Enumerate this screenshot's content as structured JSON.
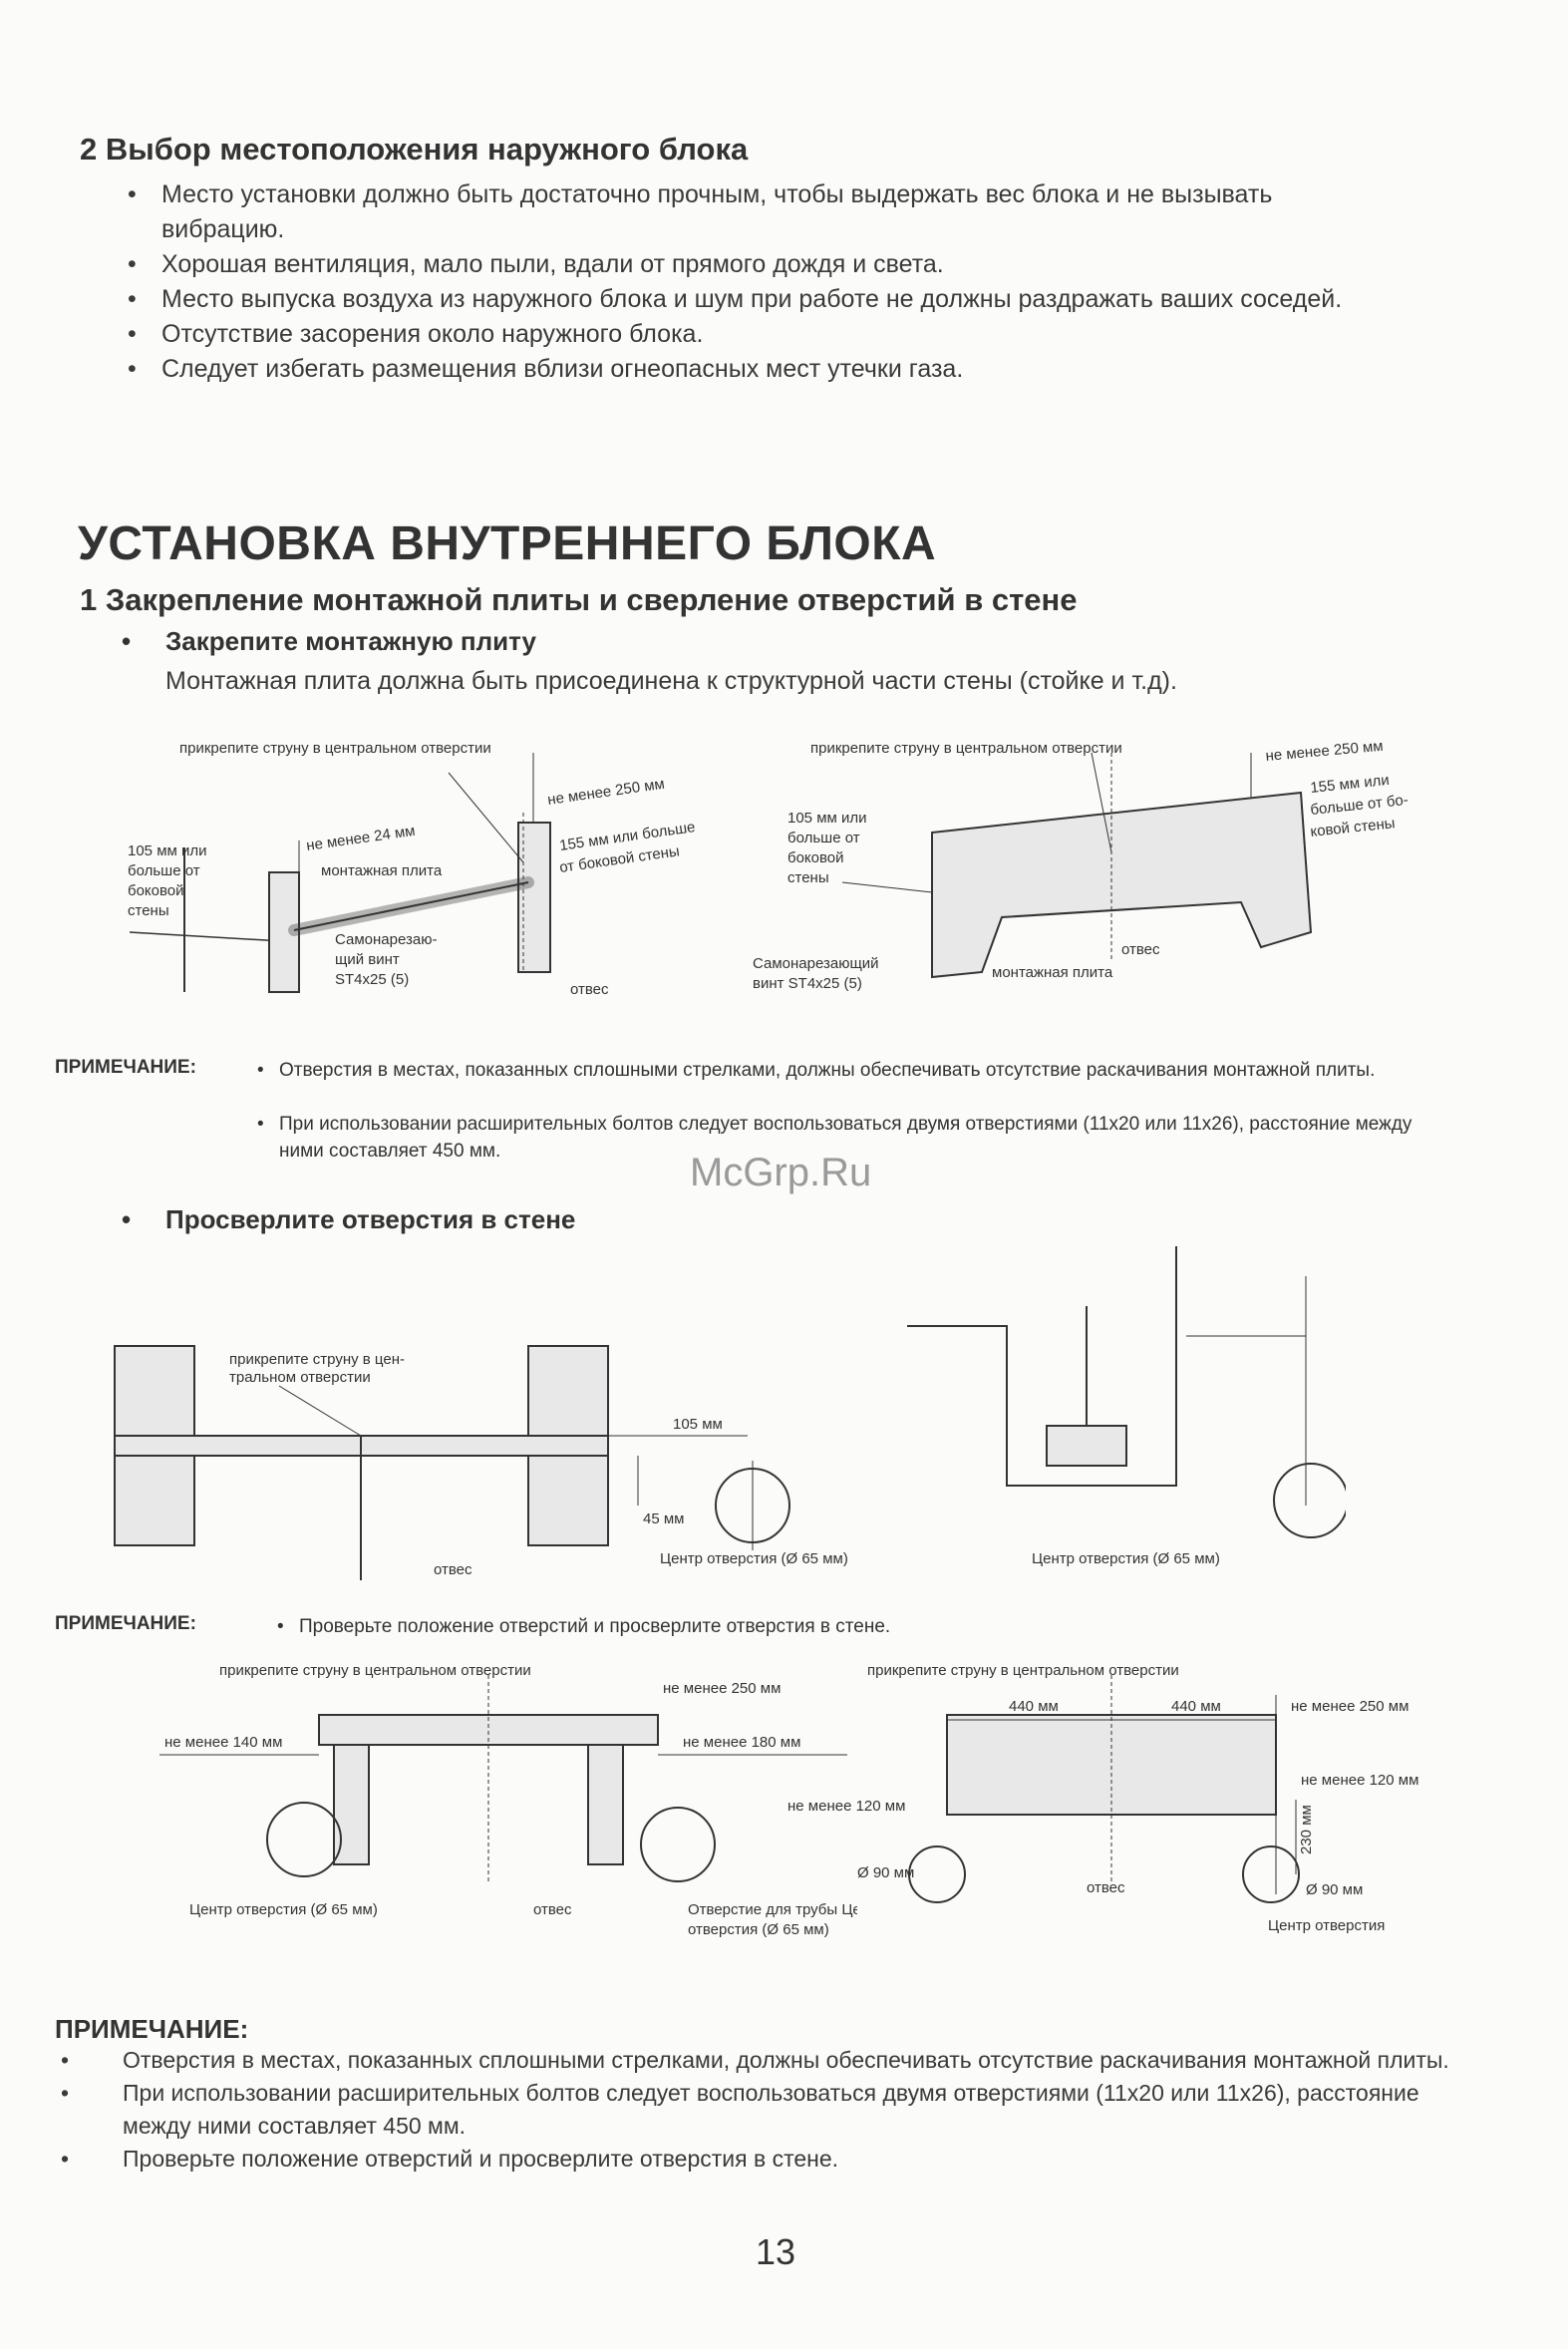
{
  "section_outdoor": {
    "heading": "2  Выбор местоположения наружного блока",
    "bullets": [
      "Место установки должно быть достаточно прочным, чтобы выдержать вес блока и не вызывать вибрацию.",
      "Хорошая вентиляция, мало пыли, вдали от прямого дождя и света.",
      "Место выпуска воздуха из наружного блока и шум при работе не должны раздражать ваших соседей.",
      "Отсутствие засорения около наружного блока.",
      "Следует избегать размещения вблизи огнеопасных мест утечки газа."
    ]
  },
  "main_title": "УСТАНОВКА ВНУТРЕННЕГО БЛОКА",
  "section_plate": {
    "heading": "1  Закрепление монтажной плиты и сверление отверстий в стене",
    "sub": "Закрепите монтажную плиту",
    "text": "Монтажная плита должна быть присоединена к структурной части стены (стойке и т.д)."
  },
  "fig1": {
    "string": "прикрепите струну в центральном отверстии",
    "top": "не менее 250 мм",
    "top2": "не менее 24 мм",
    "left1": "105 мм или",
    "left2": "больше от",
    "left3": "боковой",
    "left4": "стены",
    "plate": "монтажная плита",
    "right1": "155 мм или больше",
    "right2": "от боковой стены",
    "screw1": "Самонарезаю-",
    "screw2": "щий винт",
    "screw3": "ST4x25 (5)",
    "plumb": "отвес"
  },
  "fig2": {
    "string": "прикрепите струну в центральном отверстии",
    "top": "не менее 250 мм",
    "left1": "105 мм или",
    "left2": "больше от",
    "left3": "боковой",
    "left4": "стены",
    "right1": "155 мм или",
    "right2": "больше от бо-",
    "right3": "ковой стены",
    "screw1": "Самонарезающий",
    "screw2": "винт ST4x25 (5)",
    "plumb": "отвес",
    "plate": "монтажная плита"
  },
  "note1": {
    "label": "ПРИМЕЧАНИЕ:",
    "items": [
      "Отверстия в местах, показанных сплошными стрелками, должны обеспечивать отсутствие раскачивания монтажной плиты.",
      "При использовании расширительных болтов следует воспользоваться двумя отверстиями (11x20 или 11x26), расстояние между ними составляет 450 мм."
    ]
  },
  "watermark": "McGrp.Ru",
  "sub_drill": "Просверлите отверстия в стене",
  "fig3": {
    "string1": "прикрепите струну в цен-",
    "string2": "тральном отверстии",
    "d105": "105 мм",
    "d45": "45 мм",
    "center": "Центр отверстия (Ø 65 мм)",
    "plumb": "отвес"
  },
  "fig4": {
    "center": "Центр отверстия (Ø 65 мм)"
  },
  "note2": {
    "label": "ПРИМЕЧАНИЕ:",
    "text": "Проверьте положение отверстий и просверлите отверстия в стене."
  },
  "fig5": {
    "string": "прикрепите струну в центральном отверстии",
    "top": "не менее 250 мм",
    "left": "не менее 140 мм",
    "right": "не менее 180 мм",
    "center": "Центр отверстия (Ø 65 мм)",
    "plumb": "отвес",
    "pipe1": "Отверстие для трубы Центр",
    "pipe2": "отверстия (Ø 65 мм)"
  },
  "fig6": {
    "string": "прикрепите струну в центральном отверстии",
    "d440a": "440 мм",
    "d440b": "440 мм",
    "top": "не менее 250 мм",
    "right120": "не менее 120 мм",
    "left120": "не менее 120 мм",
    "d230": "230 мм",
    "d90l": "Ø 90 мм",
    "d90r": "Ø 90 мм",
    "plumb": "отвес",
    "center": "Центр отверстия"
  },
  "note3": {
    "label": "ПРИМЕЧАНИЕ:",
    "items": [
      "Отверстия в местах, показанных сплошными стрелками, должны обеспечивать отсутствие раскачивания монтажной плиты.",
      "При использовании расширительных болтов следует воспользоваться двумя отверстиями (11x20 или 11x26), расстояние между ними составляет 450 мм.",
      "Проверьте положение отверстий и просверлите отверстия в стене."
    ]
  },
  "page_number": "13"
}
